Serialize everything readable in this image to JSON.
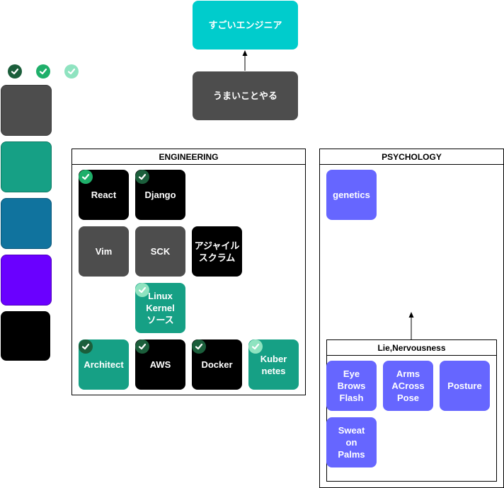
{
  "colors": {
    "cyan": "#00CCCC",
    "gray": "#4D4D4D",
    "teal": "#16A085",
    "blue": "#10739E",
    "violet": "#6A00FF",
    "black": "#000000",
    "periwinkle": "#6666FF",
    "check_dark": "#1B5E3B",
    "check_mid": "#1FAF6A",
    "check_light": "#8FE3C0"
  },
  "top": {
    "goal": "すごいエンジニア",
    "step": "うまいことやる"
  },
  "legend": {
    "check_icons": [
      "check-dark-icon",
      "check-mid-icon",
      "check-light-icon"
    ],
    "swatches": [
      "gray",
      "teal",
      "blue",
      "violet",
      "black"
    ]
  },
  "engineering": {
    "title": "ENGINEERING",
    "nodes": [
      {
        "id": "react",
        "label": "React",
        "color": "black",
        "check": "mid"
      },
      {
        "id": "django",
        "label": "Django",
        "color": "black",
        "check": "dark"
      },
      {
        "id": "vim",
        "label": "Vim",
        "color": "gray",
        "check": ""
      },
      {
        "id": "sck",
        "label": "SCK",
        "color": "gray",
        "check": ""
      },
      {
        "id": "agile",
        "label": "アジャイル\nスクラム",
        "color": "black",
        "check": ""
      },
      {
        "id": "linux",
        "label": "Linux\nKernel\nソース",
        "color": "teal",
        "check": "light"
      },
      {
        "id": "architect",
        "label": "Architect",
        "color": "teal",
        "check": "dark"
      },
      {
        "id": "aws",
        "label": "AWS",
        "color": "black",
        "check": "dark"
      },
      {
        "id": "docker",
        "label": "Docker",
        "color": "black",
        "check": "dark"
      },
      {
        "id": "kubernetes",
        "label": "Kuber\nnetes",
        "color": "teal",
        "check": "light"
      }
    ]
  },
  "psychology": {
    "title": "PSYCHOLOGY",
    "genetics": "genetics",
    "sub_title": "Lie,Nervousness",
    "sub_nodes": [
      {
        "id": "eyebrows",
        "label": "Eye\nBrows\nFlash"
      },
      {
        "id": "arms",
        "label": "Arms\nACross\nPose"
      },
      {
        "id": "posture",
        "label": "Posture"
      },
      {
        "id": "sweat",
        "label": "Sweat\non\nPalms"
      }
    ]
  }
}
